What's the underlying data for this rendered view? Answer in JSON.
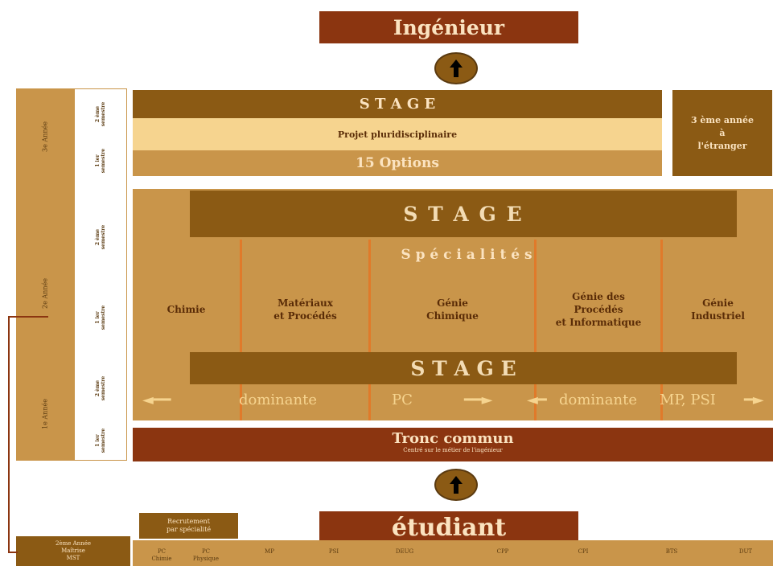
{
  "header": {
    "top_label": "Ingénieur",
    "bottom_label": "étudiant",
    "arrow_icon": "up-arrow-icon"
  },
  "years": {
    "top": "3e Année",
    "middle": "2e Année",
    "bottom": "1e Année"
  },
  "semesters": {
    "s2": "2 ème\nsemestre",
    "s1": "1 ier\nsemestre"
  },
  "third_year": {
    "stage": "S T A G E",
    "project": "Projet pluridisciplinaire",
    "options": "15 Options",
    "abroad": "3 ème année\nà\nl'étranger"
  },
  "middle_block": {
    "stage_top": "S T A G E",
    "specialites_title": "S p é c i a l i t é s",
    "specialites": [
      "Chimie",
      "Matériaux\net Procédés",
      "Génie\nChimique",
      "Génie des\nProcédés\net Informatique",
      "Génie\nIndustriel"
    ],
    "stage_bottom": "S T A G E",
    "dominante_left": "dominante",
    "dominante_pc": "PC",
    "dominante_right": "dominante",
    "dominante_mp": "MP, PSI"
  },
  "tronc": {
    "title": "Tronc commun",
    "subtitle": "Centré sur le métier de l'ingénieur"
  },
  "recruitment": {
    "label": "Recrutement\npar spécialité",
    "left_box": "2ème Année\nMaîtrise\nMST",
    "items": [
      "PC\nChimie",
      "PC\nPhysique",
      "MP",
      "PSI",
      "DEUG",
      "CPP",
      "CPI",
      "BTS",
      "DUT"
    ]
  },
  "colors": {
    "dark_red": "#8b3510",
    "dark_brown": "#8b5a14",
    "tan": "#c9954a",
    "light_yellow": "#f6d48f",
    "orange": "#e07a2a"
  }
}
